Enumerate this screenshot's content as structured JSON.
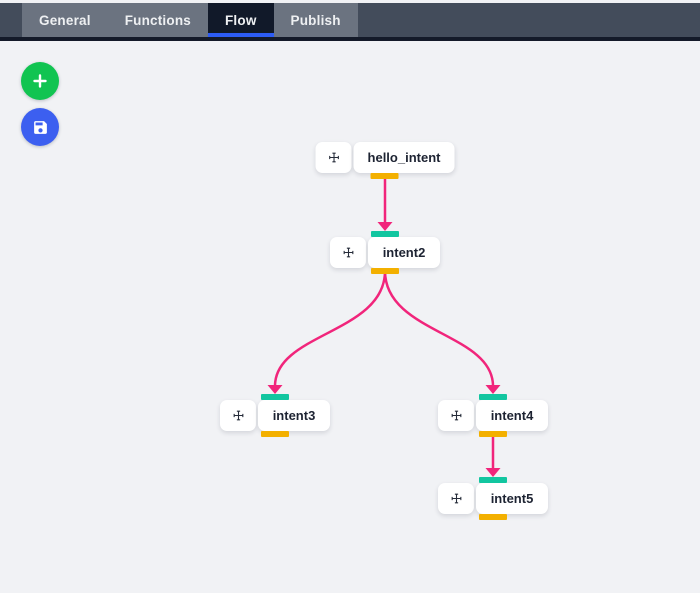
{
  "navbar": {
    "tabs": [
      {
        "label": "General",
        "active": false
      },
      {
        "label": "Functions",
        "active": false
      },
      {
        "label": "Flow",
        "active": true
      },
      {
        "label": "Publish",
        "active": false
      }
    ]
  },
  "toolbar": {
    "add_button_icon": "plus-icon",
    "save_button_icon": "save-floppy-icon"
  },
  "flow": {
    "nodes": [
      {
        "id": "hello_intent",
        "label": "hello_intent",
        "has_input_port": false,
        "has_output_port": true
      },
      {
        "id": "intent2",
        "label": "intent2",
        "has_input_port": true,
        "has_output_port": true
      },
      {
        "id": "intent3",
        "label": "intent3",
        "has_input_port": true,
        "has_output_port": true
      },
      {
        "id": "intent4",
        "label": "intent4",
        "has_input_port": true,
        "has_output_port": true
      },
      {
        "id": "intent5",
        "label": "intent5",
        "has_input_port": true,
        "has_output_port": true
      }
    ],
    "edges": [
      {
        "from": "hello_intent",
        "to": "intent2"
      },
      {
        "from": "intent2",
        "to": "intent3"
      },
      {
        "from": "intent2",
        "to": "intent4"
      },
      {
        "from": "intent4",
        "to": "intent5"
      }
    ]
  },
  "colors": {
    "edge_pink": "#f1257b",
    "input_port_teal": "#12c6a0",
    "output_port_amber": "#f3b000",
    "add_button_green": "#11c451",
    "save_button_blue": "#3c5ff0",
    "active_tab_underline_blue": "#2d5cf5",
    "navbar_slate": "#434c5b",
    "tab_gray": "#6b7380",
    "active_tab_dark": "#111929",
    "canvas_bg": "#f1f2f5"
  }
}
